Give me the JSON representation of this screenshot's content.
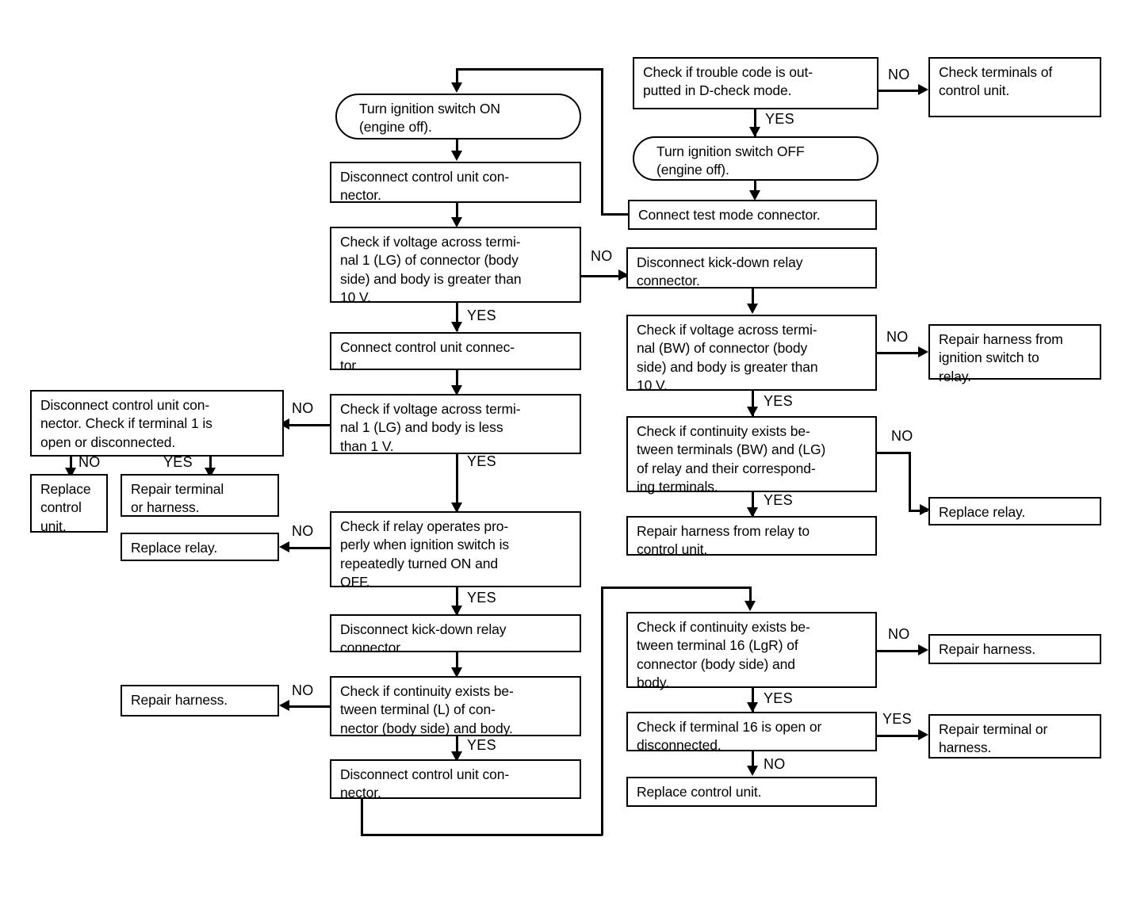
{
  "diagram": {
    "title": "Kick-down relay / control unit diagnostic flowchart",
    "nodes": {
      "n_check_trouble_code": "Check if trouble code is out-\nputted in D-check mode.",
      "n_check_terminals_cu": "Check terminals of\ncontrol unit.",
      "n_ign_off": "Turn ignition switch OFF\n(engine off).",
      "n_connect_test_mode": "Connect test mode connector.",
      "n_ign_on": "Turn ignition switch ON\n(engine off).",
      "n_disconnect_cu_1": "Disconnect control unit con-\nnector.",
      "n_check_v_t1_10v": "Check if voltage across termi-\nnal 1 (LG) of connector (body\nside) and body is greater than\n10 V.",
      "n_disconnect_kd_relay_r": "Disconnect kick-down relay\nconnector.",
      "n_check_v_bw_10v": "Check if voltage across termi-\nnal (BW) of connector (body\nside) and body is greater than\n10 V.",
      "n_repair_harness_ign_relay": "Repair harness from\nignition switch to\nrelay.",
      "n_check_cont_bw_lg": "Check if continuity exists be-\ntween terminals (BW) and (LG)\nof relay and their correspond-\ning terminals.",
      "n_replace_relay_r": "Replace relay.",
      "n_repair_harness_relay_cu": "Repair harness from relay to\ncontrol unit.",
      "n_connect_cu": "Connect control unit connec-\ntor.",
      "n_check_v_t1_1v": "Check if voltage across termi-\nnal 1 (LG) and body is less\nthan 1 V.",
      "n_disconnect_cu_check_t1": "Disconnect control unit con-\nnector.  Check if terminal 1 is\nopen or disconnected.",
      "n_replace_control_unit_l": "Replace\ncontrol\nunit.",
      "n_repair_terminal_harness_l": "Repair terminal\nor harness.",
      "n_replace_relay_l": "Replace relay.",
      "n_check_relay_operates": "Check if relay operates pro-\nperly when ignition switch is\nrepeatedly turned ON and\nOFF.",
      "n_disconnect_kd_relay_l": "Disconnect kick-down relay\nconnector.",
      "n_check_cont_l": "Check if continuity exists be-\ntween terminal (L) of con-\nnector (body side) and body.",
      "n_repair_harness_l": "Repair harness.",
      "n_disconnect_cu_2": "Disconnect control unit con-\nnector.",
      "n_check_cont_t16": "Check if continuity exists be-\ntween terminal 16 (LgR) of\nconnector (body side) and\nbody.",
      "n_repair_harness_r": "Repair harness.",
      "n_check_t16_open": "Check if terminal 16 is open or\ndisconnected.",
      "n_repair_terminal_harness_r": "Repair terminal or\nharness.",
      "n_replace_control_unit_r": "Replace control unit."
    },
    "edge_labels": {
      "e1_no": "NO",
      "e1_yes": "YES",
      "e2_no": "NO",
      "e2_yes": "YES",
      "e3_no": "NO",
      "e3_yes": "YES",
      "e4_no": "NO",
      "e4_yes": "YES",
      "e5_no": "NO",
      "e5_yes": "YES",
      "e6_no": "NO",
      "e6_yes": "YES",
      "e7_no": "NO",
      "e7_yes": "YES",
      "e8_no": "NO",
      "e8_yes": "YES",
      "e9_no": "NO",
      "e9_yes": "YES",
      "e10_no": "NO",
      "e10_yes": "YES"
    },
    "colors": {
      "stroke": "#000000",
      "fill": "#ffffff"
    }
  }
}
